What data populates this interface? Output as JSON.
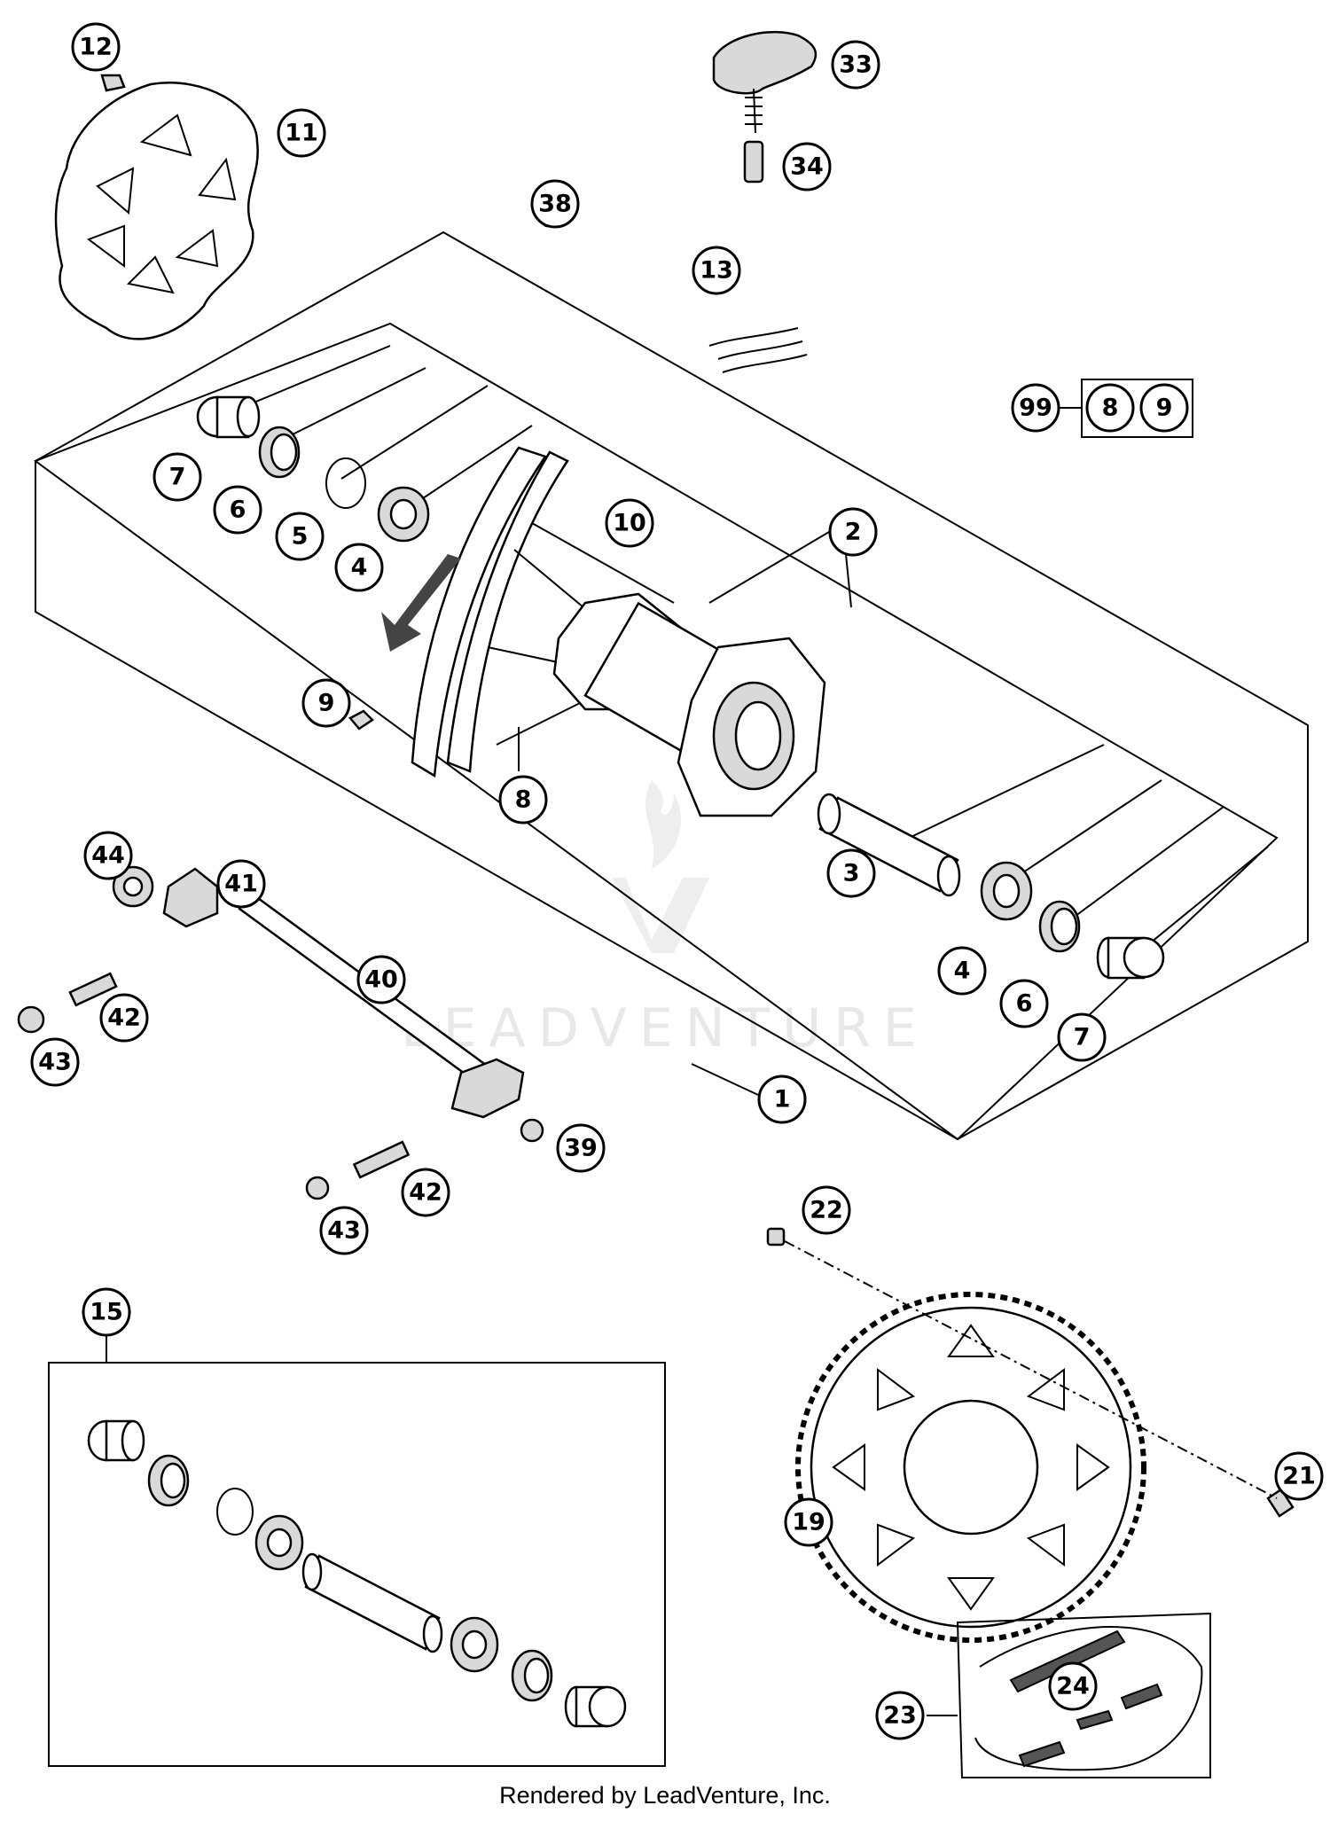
{
  "callouts": {
    "c1": "1",
    "c2": "2",
    "c3": "3",
    "c4a": "4",
    "c4b": "4",
    "c5": "5",
    "c6a": "6",
    "c6b": "6",
    "c7a": "7",
    "c7b": "7",
    "c8": "8",
    "c9": "9",
    "c10": "10",
    "c11": "11",
    "c12": "12",
    "c13": "13",
    "c15": "15",
    "c19": "19",
    "c21": "21",
    "c22": "22",
    "c23": "23",
    "c24": "24",
    "c33": "33",
    "c34": "34",
    "c38": "38",
    "c39": "39",
    "c40": "40",
    "c41": "41",
    "c42a": "42",
    "c42b": "42",
    "c43a": "43",
    "c43b": "43",
    "c44": "44"
  },
  "kit": {
    "label": "99",
    "item1": "8",
    "item2": "9"
  },
  "watermark": "LEADVENTURE",
  "footer": "Rendered by LeadVenture, Inc."
}
